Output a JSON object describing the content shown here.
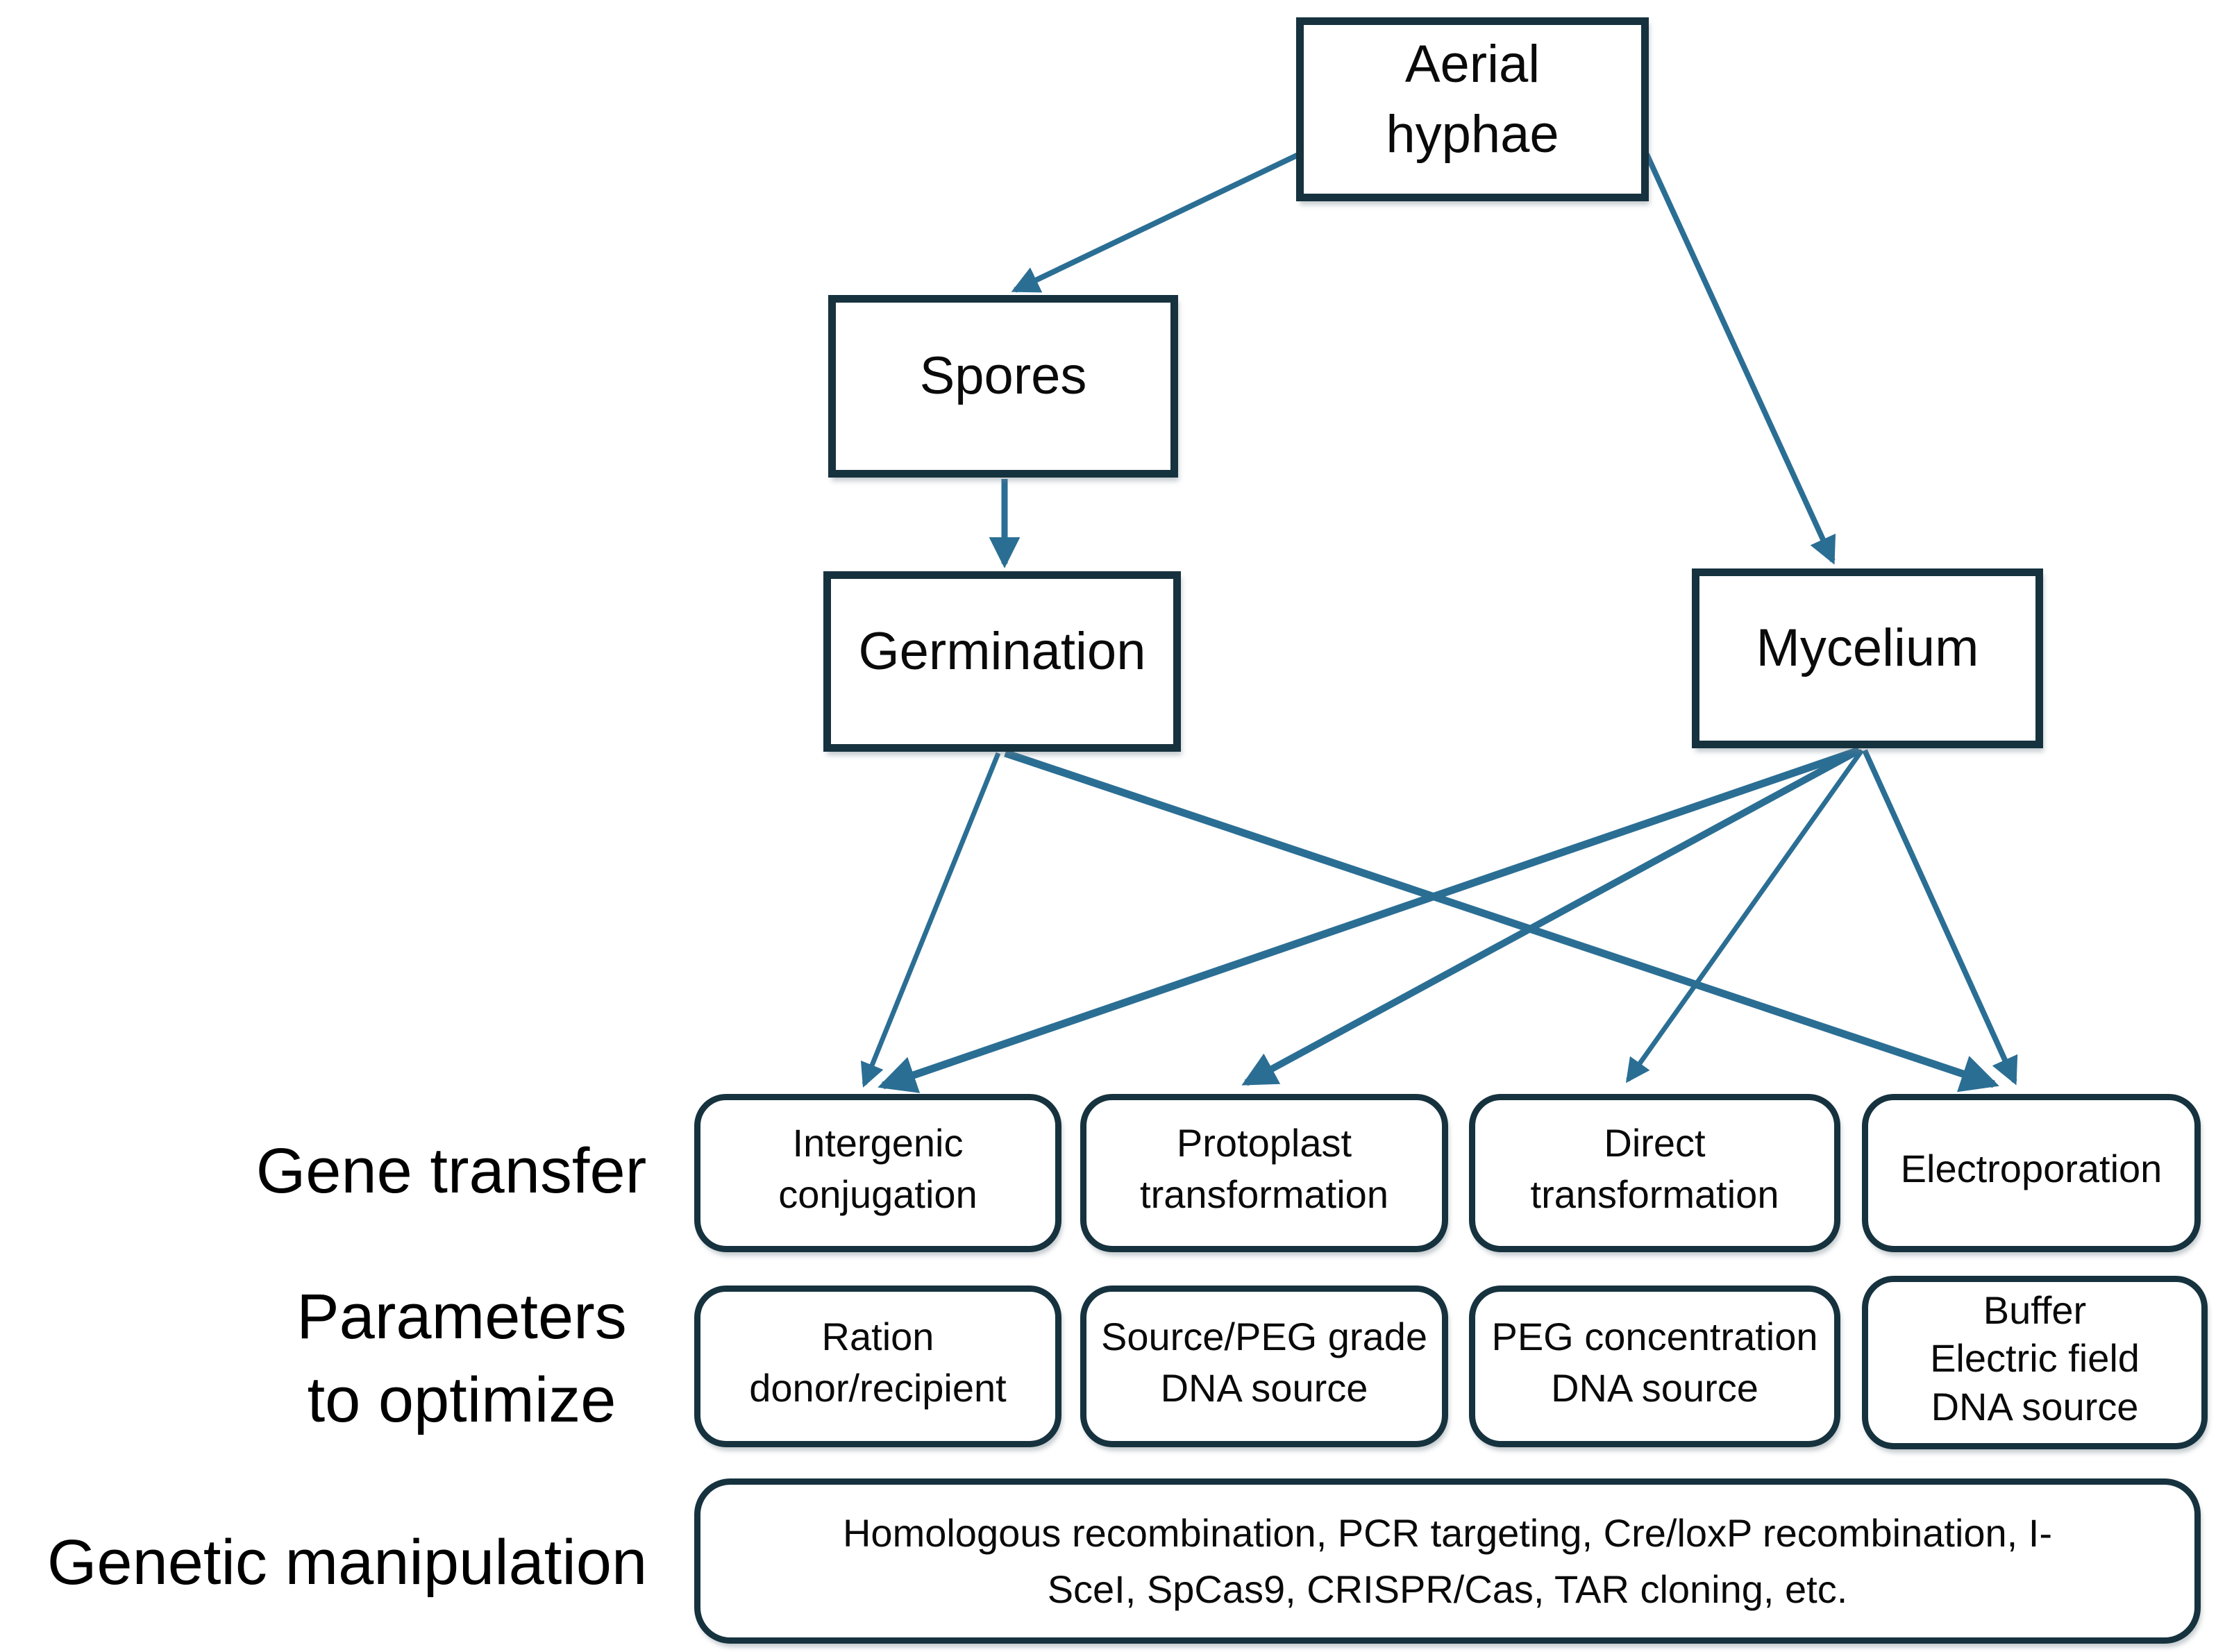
{
  "colors": {
    "box_border": "#16323E",
    "arrow": "#2B6E94",
    "text": "#0A0A0A"
  },
  "stage_boxes": {
    "aerial_hyphae": [
      "Aerial",
      "hyphae"
    ],
    "spores": "Spores",
    "germination": "Germination",
    "mycelium": "Mycelium"
  },
  "row_labels": {
    "gene_transfer": "Gene transfer",
    "parameters_to_optimize": [
      "Parameters",
      "to optimize"
    ],
    "genetic_manipulation": "Genetic manipulation"
  },
  "gene_transfer_methods": {
    "intergenic_conjugation": [
      "Intergenic",
      "conjugation"
    ],
    "protoplast_transformation": [
      "Protoplast",
      "transformation"
    ],
    "direct_transformation": [
      "Direct",
      "transformation"
    ],
    "electroporation": "Electroporation"
  },
  "parameters_to_optimize": {
    "intergenic_conjugation": [
      "Ration",
      "donor/recipient"
    ],
    "protoplast_transformation": [
      "Source/PEG grade",
      "DNA source"
    ],
    "direct_transformation": [
      "PEG concentration",
      "DNA source"
    ],
    "electroporation": [
      "Buffer",
      "Electric field",
      "DNA source"
    ]
  },
  "genetic_manipulation_methods": [
    "Homologous recombination, PCR targeting, Cre/loxP recombination, I-",
    "SceI, SpCas9, CRISPR/Cas, TAR cloning, etc."
  ],
  "edges": [
    {
      "from": "aerial_hyphae",
      "to": "spores"
    },
    {
      "from": "aerial_hyphae",
      "to": "mycelium"
    },
    {
      "from": "spores",
      "to": "germination"
    },
    {
      "from": "germination",
      "to": "intergenic_conjugation"
    },
    {
      "from": "germination",
      "to": "electroporation"
    },
    {
      "from": "mycelium",
      "to": "intergenic_conjugation"
    },
    {
      "from": "mycelium",
      "to": "protoplast_transformation"
    },
    {
      "from": "mycelium",
      "to": "direct_transformation"
    },
    {
      "from": "mycelium",
      "to": "electroporation"
    }
  ]
}
